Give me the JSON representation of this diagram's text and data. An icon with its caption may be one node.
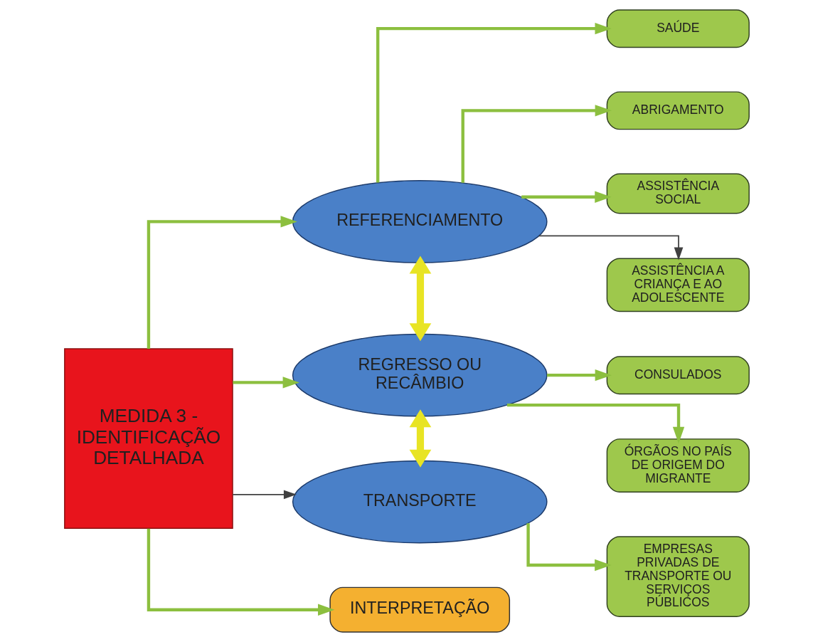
{
  "diagram": {
    "nodes": [
      {
        "text": [
          "MEDIDA 3 - IDENTIFICAÇÃO DETALHADA"
        ]
      },
      {
        "text": [
          "REFERENCIAMENTO"
        ]
      },
      {
        "text": [
          "REGRESSO OU RECÂMBIO"
        ]
      },
      {
        "text": [
          "TRANSPORTE"
        ]
      },
      {
        "text": [
          "INTERPRETAÇÃO"
        ]
      },
      {
        "text": [
          "SAÚDE"
        ]
      },
      {
        "text": [
          "ABRIGAMENTO"
        ]
      },
      {
        "text": [
          "ASSISTÊNCIA SOCIAL"
        ]
      },
      {
        "text": [
          "ASSISTÊNCIA A CRIANÇA E AO ADOLESCENTE"
        ]
      },
      {
        "text": [
          "CONSULADOS"
        ]
      },
      {
        "text": [
          "ÓRGÃOS NO PAÍS DE ORIGEM DO MIGRANTE"
        ]
      },
      {
        "text": [
          "EMPRESAS PRIVADAS DE TRANSPORTE OU SERVIÇOS PÚBLICOS"
        ]
      }
    ],
    "edges": [
      {
        "from": 0,
        "to": 1,
        "arrow": "to"
      },
      {
        "from": 0,
        "to": 2,
        "arrow": "to"
      },
      {
        "from": 0,
        "to": 3,
        "arrow": "to",
        "color": "#404040"
      },
      {
        "from": 0,
        "to": 4,
        "arrow": "to"
      },
      {
        "from": 1,
        "to": 2,
        "arrow": "both",
        "style": "thick",
        "color": "#e8e424"
      },
      {
        "from": 2,
        "to": 3,
        "arrow": "both",
        "style": "thick",
        "color": "#e8e424"
      },
      {
        "from": 1,
        "to": 5,
        "arrow": "to"
      },
      {
        "from": 1,
        "to": 6,
        "arrow": "to"
      },
      {
        "from": 1,
        "to": 7,
        "arrow": "to"
      },
      {
        "from": 1,
        "to": 8,
        "arrow": "to",
        "color": "#404040"
      },
      {
        "from": 2,
        "to": 9,
        "arrow": "to"
      },
      {
        "from": 2,
        "to": 10,
        "arrow": "to"
      },
      {
        "from": 3,
        "to": 11,
        "arrow": "to"
      }
    ]
  }
}
